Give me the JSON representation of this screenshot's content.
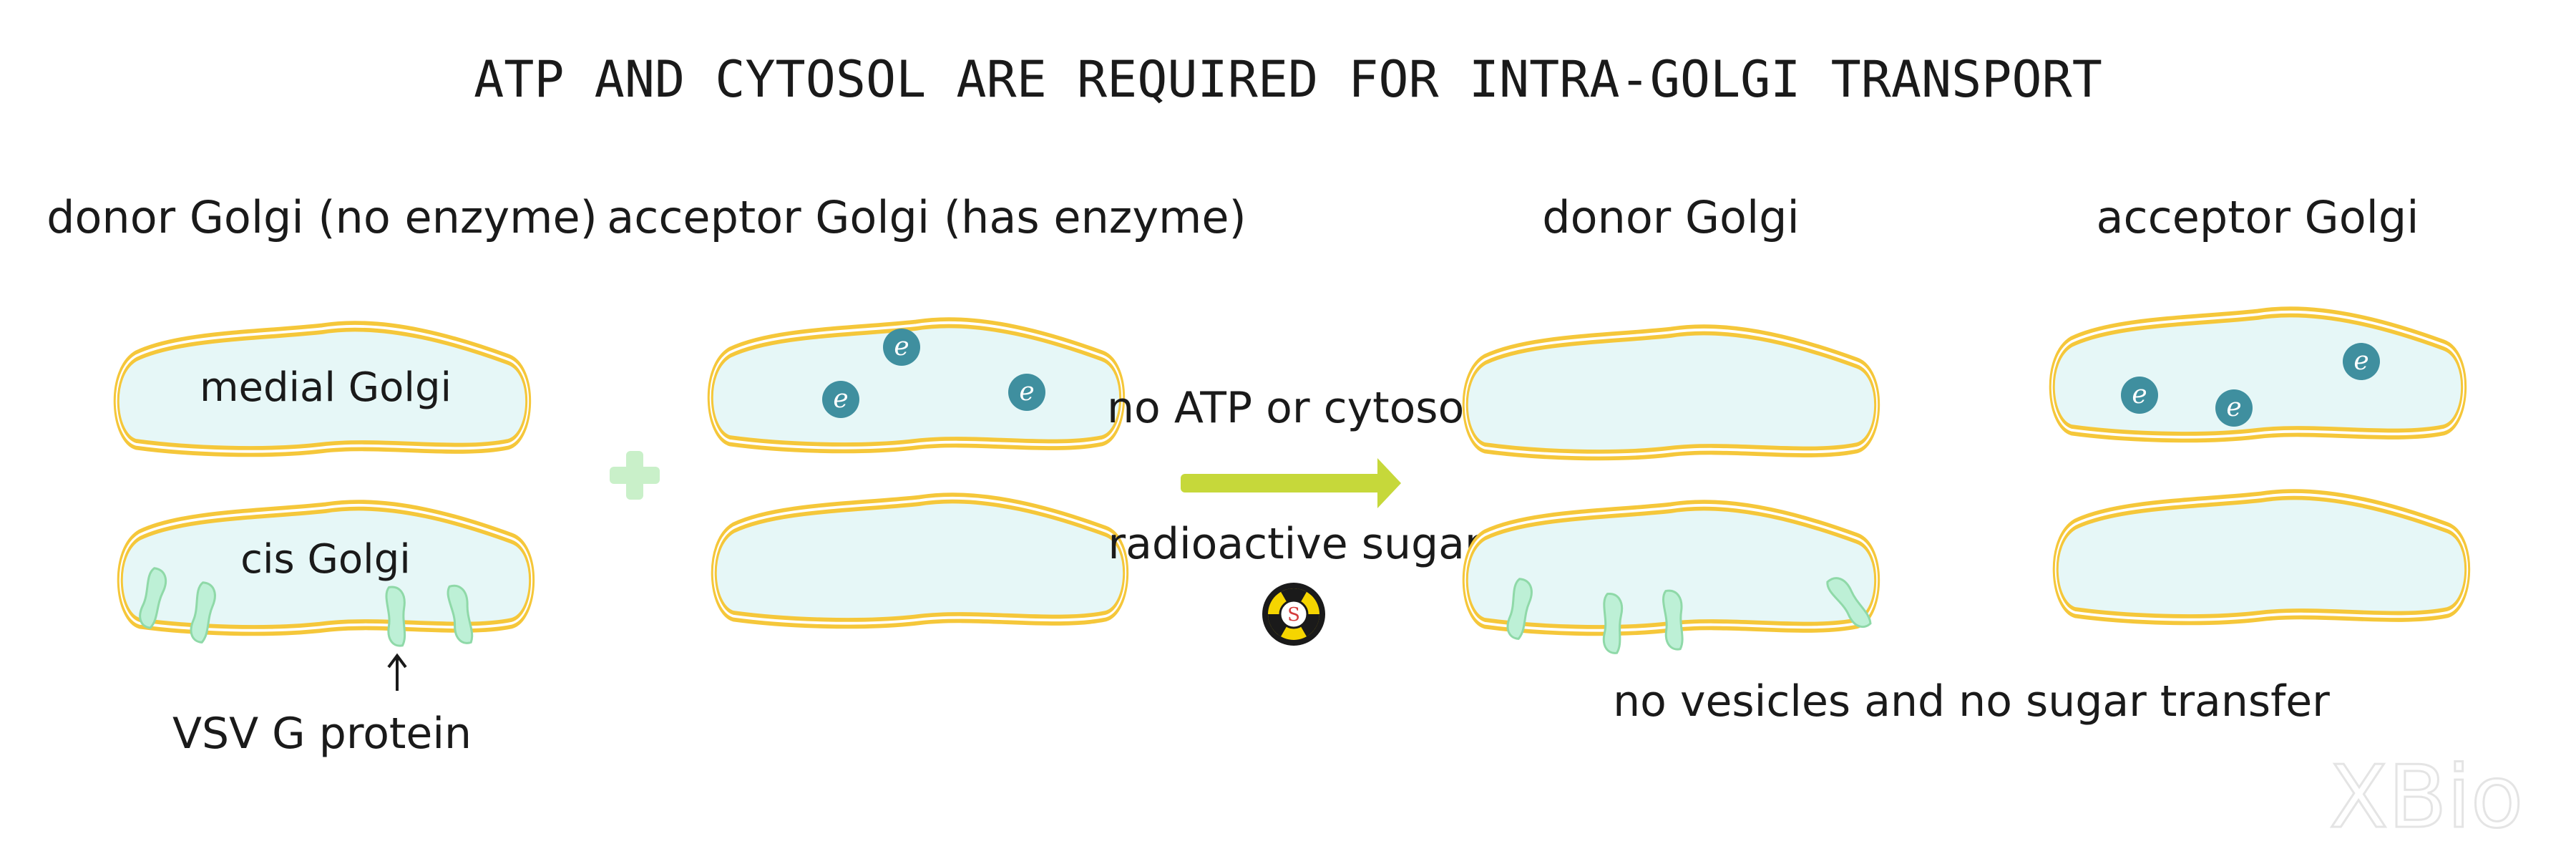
{
  "title": "ATP AND CYTOSOL ARE REQUIRED FOR INTRA-GOLGI TRANSPORT",
  "panels": {
    "donor_left_label": "donor Golgi (no enzyme)",
    "acceptor_left_label": "acceptor Golgi (has enzyme)",
    "donor_right_label": "donor Golgi",
    "acceptor_right_label": "acceptor Golgi"
  },
  "compartments": {
    "medial": "medial Golgi",
    "cis": "cis Golgi"
  },
  "annotations": {
    "vsv": "VSV G protein",
    "condition": "no ATP or cytosol",
    "radioactive": "radioactive sugar",
    "radio_symbol": "S",
    "result": "no vesicles and no sugar transfer"
  },
  "enzyme_label": "e",
  "watermark": "XBio",
  "colors": {
    "membrane": "#f5c73a",
    "lumen": "#e6f7f7",
    "enzyme": "#3f8f9f",
    "protein": "#bdf0d6",
    "arrow": "#c6d83a",
    "plus": "#c9f0c9"
  }
}
